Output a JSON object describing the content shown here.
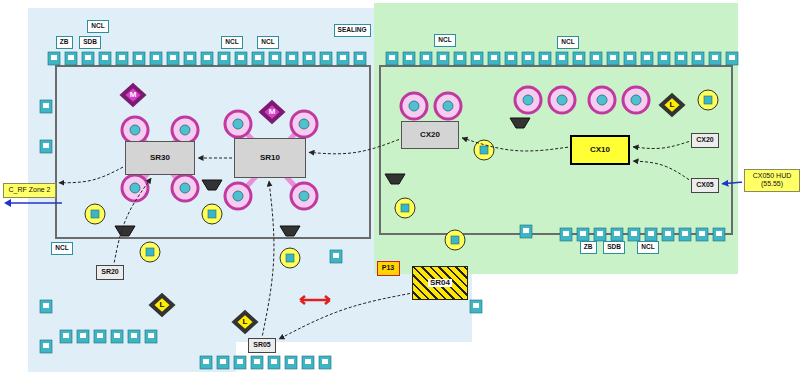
{
  "diagram": {
    "nodes": [
      {
        "text": [
          "C_RF Zone 2"
        ]
      },
      {
        "text": [
          "CX050 HUD (55.55)"
        ]
      },
      {
        "text": [
          "SR30"
        ]
      },
      {
        "text": [
          "SR10"
        ]
      },
      {
        "text": [
          "CX20"
        ]
      },
      {
        "text": [
          "CX10"
        ]
      },
      {
        "text": [
          "SR20"
        ]
      },
      {
        "text": [
          "SR04"
        ]
      },
      {
        "text": [
          "SR05"
        ]
      },
      {
        "text": [
          "CX05"
        ]
      },
      {
        "text": [
          "CX20"
        ]
      },
      {
        "text": [
          "SEALING"
        ]
      },
      {
        "text": [
          "NCL"
        ]
      },
      {
        "text": [
          "ZB"
        ]
      },
      {
        "text": [
          "SDB"
        ]
      },
      {
        "text": [
          "NCL"
        ]
      },
      {
        "text": [
          "NCL"
        ]
      },
      {
        "text": [
          "NCL"
        ]
      },
      {
        "text": [
          "NCL"
        ]
      },
      {
        "text": [
          "ZB"
        ]
      },
      {
        "text": [
          "SDB"
        ]
      },
      {
        "text": [
          "NCL"
        ]
      },
      {
        "text": [
          "NCL"
        ]
      },
      {
        "text": [
          "M"
        ]
      },
      {
        "text": [
          "M"
        ]
      },
      {
        "text": [
          "L"
        ]
      },
      {
        "text": [
          "L"
        ]
      },
      {
        "text": [
          "L"
        ]
      },
      {
        "text": [
          "P13"
        ]
      }
    ],
    "edges": [
      {
        "from": 2,
        "to": 0,
        "arrow": "to"
      },
      {
        "from": 3,
        "to": 2,
        "arrow": "to"
      },
      {
        "from": 4,
        "to": 3,
        "arrow": "to"
      },
      {
        "from": 5,
        "to": 4,
        "arrow": "to"
      },
      {
        "from": 9,
        "to": 5,
        "arrow": "to"
      },
      {
        "from": 10,
        "to": 5,
        "arrow": "to"
      },
      {
        "from": 1,
        "to": 9,
        "arrow": "to"
      },
      {
        "from": 6,
        "to": 2,
        "arrow": "to"
      },
      {
        "from": 8,
        "to": 3,
        "arrow": "to"
      },
      {
        "from": 7,
        "to": 8,
        "arrow": "to"
      }
    ]
  }
}
